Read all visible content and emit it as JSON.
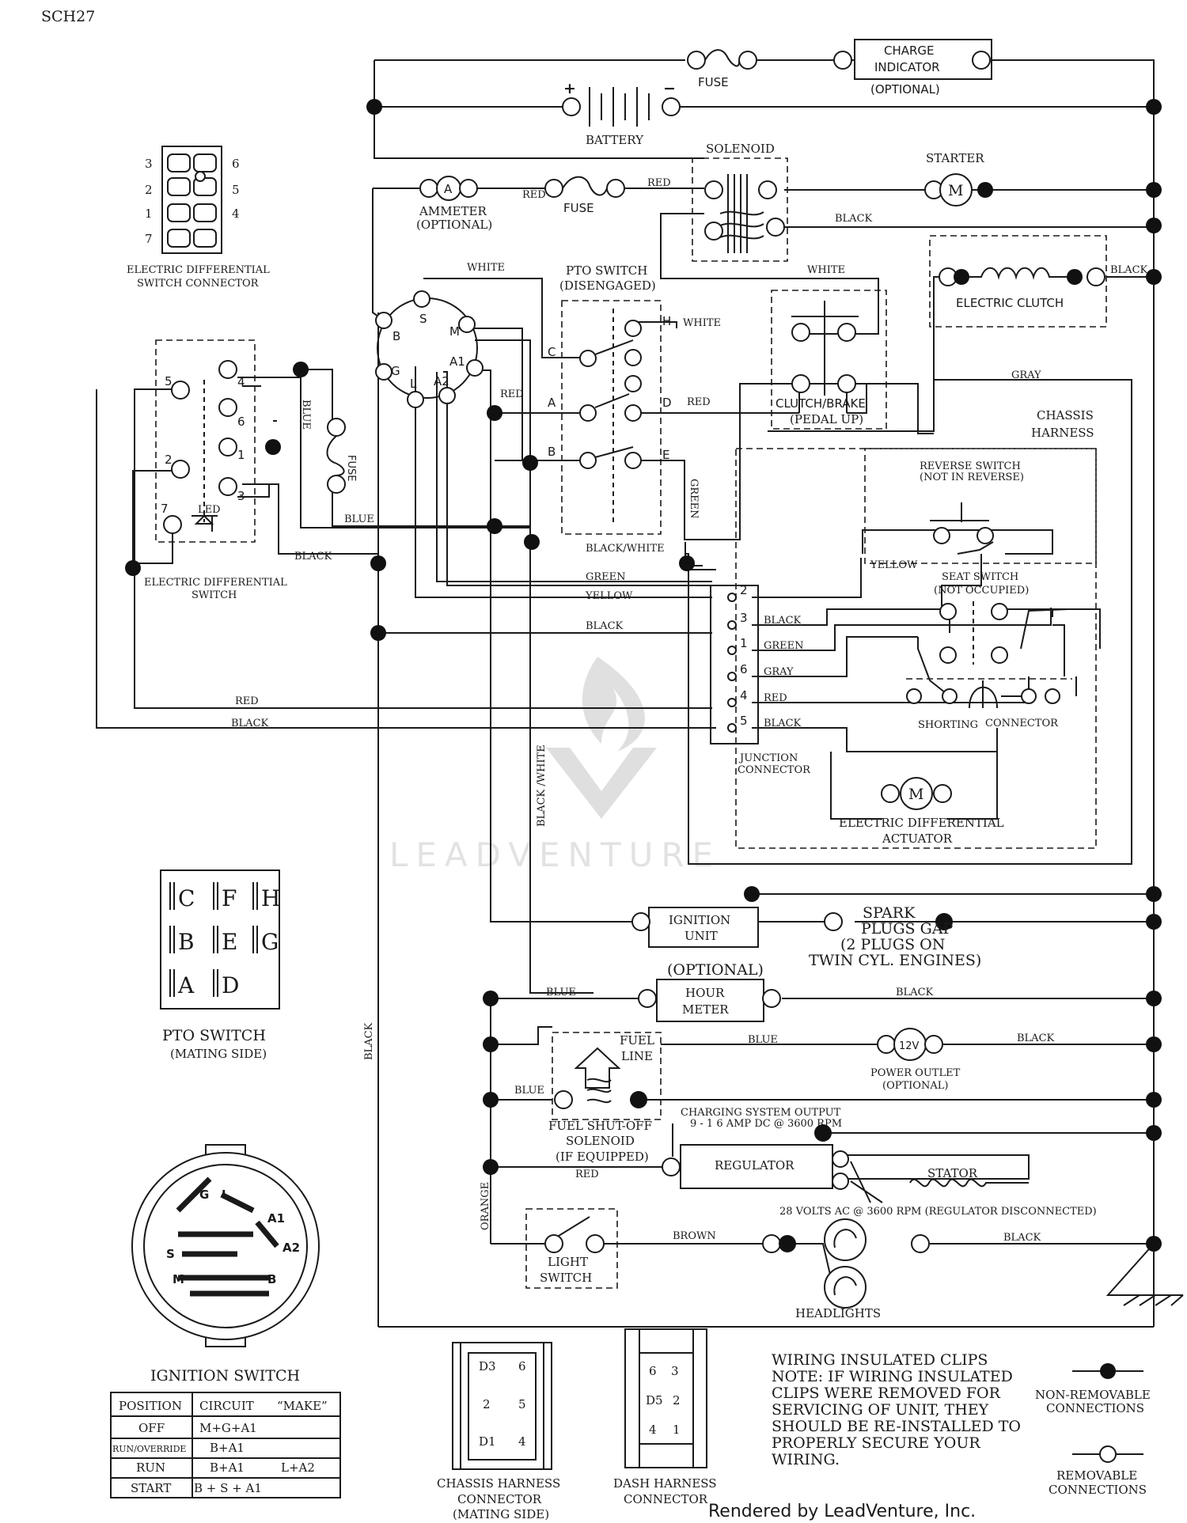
{
  "doc_id": "SCH27",
  "footer": "Rendered by LeadVenture, Inc.",
  "watermark": "LEADVENTURE",
  "components": {
    "fuse": "FUSE",
    "charge_indicator": [
      "CHARGE",
      "INDICATOR",
      "(OPTIONAL)"
    ],
    "battery": "BATTERY",
    "battery_plus": "+",
    "battery_minus": "−",
    "solenoid": "SOLENOID",
    "starter": "STARTER",
    "motor_symbol": "M",
    "ammeter": [
      "AMMETER",
      "(OPTIONAL)"
    ],
    "ammeter_symbol": "A",
    "pto_switch_title": [
      "PTO SWITCH",
      "(DISENGAGED)"
    ],
    "electric_clutch": "ELECTRIC CLUTCH",
    "clutch_brake": [
      "CLUTCH/BRAKE",
      "(PEDAL UP)"
    ],
    "chassis_harness": [
      "CHASSIS",
      "HARNESS"
    ],
    "reverse_switch": [
      "REVERSE SWITCH",
      "(NOT IN REVERSE)"
    ],
    "seat_switch": [
      "SEAT SWITCH",
      "(NOT OCCUPIED)"
    ],
    "shorting_connector": [
      "SHORTING",
      "CONNECTOR"
    ],
    "junction_connector": [
      "JUNCTION",
      "CONNECTOR"
    ],
    "ed_actuator": [
      "ELECTRIC DIFFERENTIAL",
      "ACTUATOR"
    ],
    "ed_switch_connector": [
      "ELECTRIC DIFFERENTIAL",
      "SWITCH CONNECTOR"
    ],
    "ed_switch": [
      "ELECTRIC DIFFERENTIAL",
      "SWITCH"
    ],
    "led": "LED",
    "ignition_unit": [
      "IGNITION",
      "UNIT"
    ],
    "spark_plugs": [
      "SPARK",
      "PLUGS GAP",
      "(2 PLUGS ON",
      "TWIN CYL. ENGINES)"
    ],
    "hour_meter": [
      "(OPTIONAL)",
      "HOUR",
      "METER"
    ],
    "fuel_line": [
      "FUEL",
      "LINE"
    ],
    "power_outlet": [
      "POWER OUTLET",
      "(OPTIONAL)"
    ],
    "power_outlet_symbol": "12V",
    "fuel_shutoff": [
      "FUEL SHUT-OFF",
      "SOLENOID",
      "(IF EQUIPPED)"
    ],
    "charging_output": [
      "CHARGING SYSTEM OUTPUT",
      "9 - 1 6 AMP DC @ 3600 RPM"
    ],
    "regulator": "REGULATOR",
    "stator": "STATOR",
    "stator_note": "28 VOLTS AC @ 3600 RPM (REGULATOR DISCONNECTED)",
    "light_switch": [
      "LIGHT",
      "SWITCH"
    ],
    "headlights": "HEADLIGHTS",
    "pto_mating": [
      "PTO SWITCH",
      "(MATING SIDE)"
    ],
    "ignition_switch": "IGNITION SWITCH",
    "chassis_conn": [
      "CHASSIS HARNESS",
      "CONNECTOR",
      "(MATING SIDE)"
    ],
    "dash_conn": [
      "DASH HARNESS",
      "CONNECTOR"
    ]
  },
  "wire_labels": {
    "red": "RED",
    "black": "BLACK",
    "white": "WHITE",
    "blue": "BLUE",
    "gray": "GRAY",
    "green": "GREEN",
    "yellow": "YELLOW",
    "black_white": "BLACK/WHITE",
    "black_white_v": "BLACK /WHITE",
    "brown": "BROWN",
    "orange": "ORANGE"
  },
  "ignition_terminals": [
    "S",
    "M",
    "B",
    "G",
    "L",
    "A2",
    "A1"
  ],
  "ed_conn_numbers": [
    "3",
    "6",
    "2",
    "5",
    "1",
    "4",
    "7"
  ],
  "ed_switch_terminals": [
    "5",
    "4",
    "6",
    "1",
    "2",
    "3",
    "7"
  ],
  "pto_terminals": [
    "C",
    "H",
    "A",
    "D",
    "B",
    "E"
  ],
  "pto_grid": [
    "C",
    "F",
    "H",
    "B",
    "E",
    "G",
    "A",
    "D"
  ],
  "junction_pins": [
    {
      "pin": "2",
      "wire": ""
    },
    {
      "pin": "3",
      "wire": "BLACK"
    },
    {
      "pin": "1",
      "wire": "GREEN"
    },
    {
      "pin": "6",
      "wire": "GRAY"
    },
    {
      "pin": "4",
      "wire": "RED"
    },
    {
      "pin": "5",
      "wire": "BLACK"
    }
  ],
  "ignition_face": [
    "G",
    "L",
    "A1",
    "A2",
    "S",
    "M",
    "B"
  ],
  "ignition_table": {
    "headers": [
      "POSITION",
      "CIRCUIT",
      "“MAKE”"
    ],
    "rows": [
      [
        "OFF",
        "M+G+A1",
        ""
      ],
      [
        "RUN/OVERRIDE",
        "B+A1",
        ""
      ],
      [
        "RUN",
        "B+A1",
        "L+A2"
      ],
      [
        "START",
        "B + S + A1",
        ""
      ]
    ]
  },
  "chassis_pins": [
    "D3",
    "6",
    "2",
    "5",
    "D1",
    "4"
  ],
  "dash_pins": [
    "6",
    "3",
    "D5",
    "2",
    "4",
    "1"
  ],
  "notes": [
    "WIRING INSULATED CLIPS",
    "NOTE:  IF WIRING INSULATED",
    "CLIPS WERE REMOVED FOR",
    "SERVICING OF UNIT, THEY",
    "SHOULD BE RE-INSTALLED TO",
    "PROPERLY SECURE YOUR",
    "WIRING."
  ],
  "legend": {
    "non_removable": [
      "NON-REMOVABLE",
      "CONNECTIONS"
    ],
    "removable": [
      "REMOVABLE",
      "CONNECTIONS"
    ]
  }
}
